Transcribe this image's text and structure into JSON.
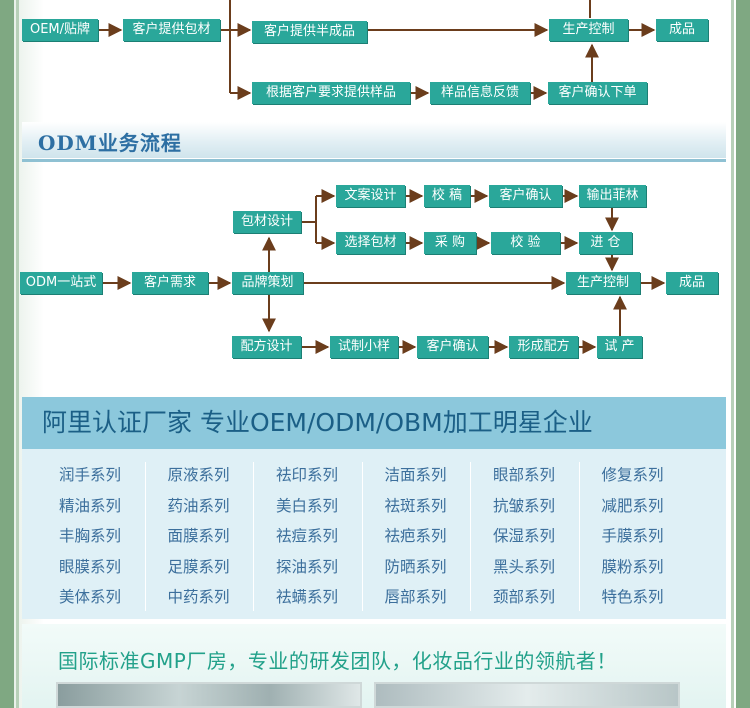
{
  "oem_flow": {
    "boxes": {
      "oem": "OEM/贴牌",
      "customer_material": "客户提供包材",
      "customer_semi": "客户提供半成品",
      "production": "生产控制",
      "finished": "成品",
      "sample_by_req": "根据客户要求提供样品",
      "sample_feedback": "样品信息反馈",
      "customer_order": "客户确认下单"
    }
  },
  "odm_section_title": "ODM业务流程",
  "odm_flow": {
    "boxes": {
      "odm_onestop": "ODM一站式",
      "customer_needs": "客户需求",
      "brand_planning": "品牌策划",
      "package_design": "包材设计",
      "copy_design": "文案设计",
      "proofread": "校 稿",
      "customer_confirm_1": "客户确认",
      "output_film": "输出菲林",
      "select_material": "选择包材",
      "purchase": "采 购",
      "inspect": "校 验",
      "warehouse": "进 仓",
      "production": "生产控制",
      "finished": "成品",
      "formula_design": "配方设计",
      "trial_sample": "试制小样",
      "customer_confirm_2": "客户确认",
      "formula_final": "形成配方",
      "trial_production": "试 产"
    }
  },
  "certification": {
    "headline": "阿里认证厂家 专业OEM/ODM/OBM加工明星企业",
    "series": [
      [
        "润手系列",
        "原液系列",
        "祛印系列",
        "洁面系列",
        "眼部系列",
        "修复系列"
      ],
      [
        "精油系列",
        "药油系列",
        "美白系列",
        "祛斑系列",
        "抗皱系列",
        "减肥系列"
      ],
      [
        "丰胸系列",
        "面膜系列",
        "祛痘系列",
        "祛疤系列",
        "保湿系列",
        "手膜系列"
      ],
      [
        "眼膜系列",
        "足膜系列",
        "探油系列",
        "防晒系列",
        "黑头系列",
        "膜粉系列"
      ],
      [
        "美体系列",
        "中药系列",
        "祛螨系列",
        "唇部系列",
        "颈部系列",
        "特色系列"
      ]
    ]
  },
  "gmp_slogan": "国际标准GMP厂房，专业的研发团队，化妆品行业的领航者！",
  "colors": {
    "box": "#2aa79a",
    "arrow": "#6b3d1c",
    "title": "#2d6fa3",
    "cert_head_bg": "#8cc8dc",
    "slogan": "#22a18a"
  }
}
